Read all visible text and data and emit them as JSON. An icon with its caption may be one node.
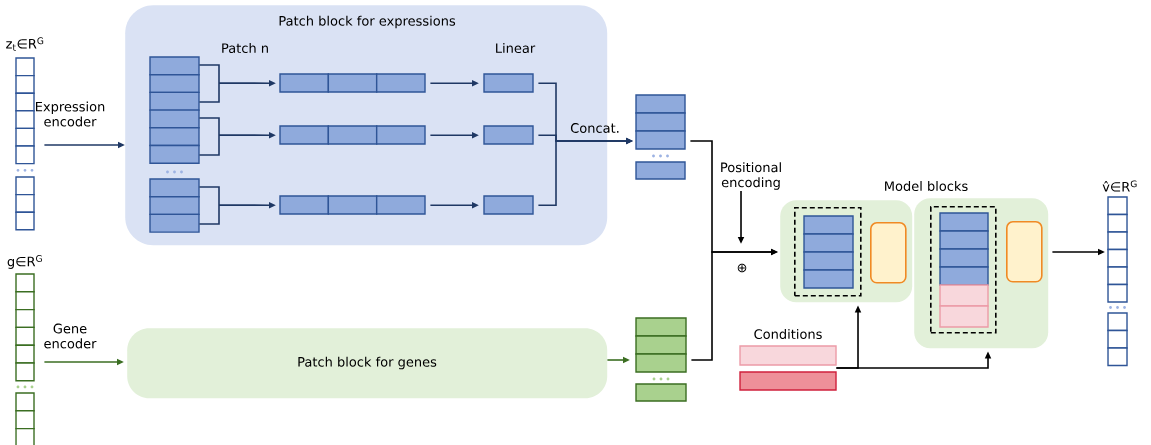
{
  "diagram": {
    "nodes": [
      {
        "text": [
          "z$_{t}$∈R$^{G}$"
        ]
      },
      {
        "text": [
          "Patch block for expressions"
        ]
      },
      {
        "text": [],
        "shape": "box",
        "in": 1
      },
      {
        "text": [],
        "shape": "box",
        "in": 1
      },
      {
        "text": [],
        "shape": "bar",
        "in": 1
      },
      {
        "text": [],
        "shape": "bar",
        "in": 1
      },
      {
        "text": [],
        "shape": "bar",
        "in": 1
      },
      {
        "text": [],
        "shape": "bar",
        "in": 1
      },
      {
        "text": [],
        "shape": "bar",
        "in": 1
      },
      {
        "text": [],
        "shape": "bar",
        "in": 1
      },
      {
        "text": [],
        "shape": "box"
      },
      {
        "text": [
          "g∈R$^{G}$"
        ]
      },
      {
        "text": [
          "Patch block for genes"
        ]
      },
      {
        "text": [],
        "shape": "box"
      },
      {
        "text": [],
        "shape": "box"
      },
      {
        "text": [],
        "shape": "box",
        "in": 14
      },
      {
        "text": [],
        "shape": "box",
        "in": 14
      },
      {
        "text": [],
        "shape": "box"
      },
      {
        "text": [],
        "shape": "box",
        "in": 17
      },
      {
        "text": [],
        "shape": "box",
        "in": 17
      },
      {
        "text": [
          "Conditions"
        ]
      },
      {
        "text": [
          "v̂∈R$^{G}$"
        ]
      },
      {
        "text": [
          "Positional encoding"
        ]
      }
    ],
    "edges": [
      {
        "from": 0,
        "to": 1,
        "arrow": "to",
        "label": "Expression encoder"
      },
      {
        "from": 2,
        "to": 4,
        "arrow": "to"
      },
      {
        "from": 2,
        "to": 5,
        "arrow": "to"
      },
      {
        "from": 3,
        "to": 6,
        "arrow": "to"
      },
      {
        "from": 4,
        "to": 7,
        "arrow": "to"
      },
      {
        "from": 5,
        "to": 8,
        "arrow": "to"
      },
      {
        "from": 6,
        "to": 9,
        "arrow": "to"
      },
      {
        "from": 7,
        "to": 10,
        "arrow": "to"
      },
      {
        "from": 8,
        "to": 10,
        "arrow": "to",
        "label": "Concat."
      },
      {
        "from": 9,
        "to": 10,
        "arrow": "to"
      },
      {
        "from": 11,
        "to": 12,
        "arrow": "to",
        "label": "Gene encoder",
        "color": "#3b6e22"
      },
      {
        "from": 12,
        "to": 13,
        "arrow": "to",
        "color": "#3b6e22"
      },
      {
        "from": 10,
        "to": 14,
        "arrow": "to",
        "color": "#000000"
      },
      {
        "from": 13,
        "to": 14,
        "arrow": "to",
        "color": "#000000"
      },
      {
        "from": 22,
        "to": null,
        "arrow": "to",
        "color": "#000000"
      },
      {
        "from": 20,
        "to": 14,
        "arrow": "to",
        "color": "#000000"
      },
      {
        "from": 20,
        "to": 17,
        "arrow": "to",
        "color": "#000000"
      },
      {
        "from": 17,
        "to": 21,
        "arrow": "to",
        "color": "#000000"
      }
    ],
    "labels": [
      "Patch n",
      "Linear",
      "⊕",
      "Model blocks"
    ]
  }
}
